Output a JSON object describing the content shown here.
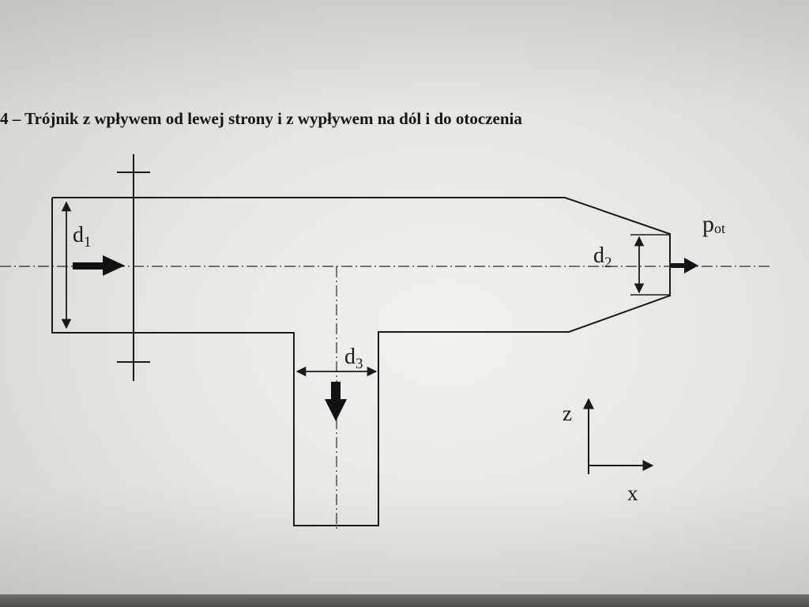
{
  "heading": "4 – Trójnik z wpływem od lewej strony i z wypływem na dól i do otoczenia",
  "labels": {
    "d1_main": "d",
    "d1_sub": "1",
    "d2_main": "d",
    "d2_sub": "2",
    "d3_main": "d",
    "d3_sub": "3",
    "p_main": "p",
    "p_sub": "ot",
    "axis_z": "z",
    "axis_x": "x"
  },
  "colors": {
    "ink": "#1a1a1a",
    "paper": "#eceee9"
  }
}
